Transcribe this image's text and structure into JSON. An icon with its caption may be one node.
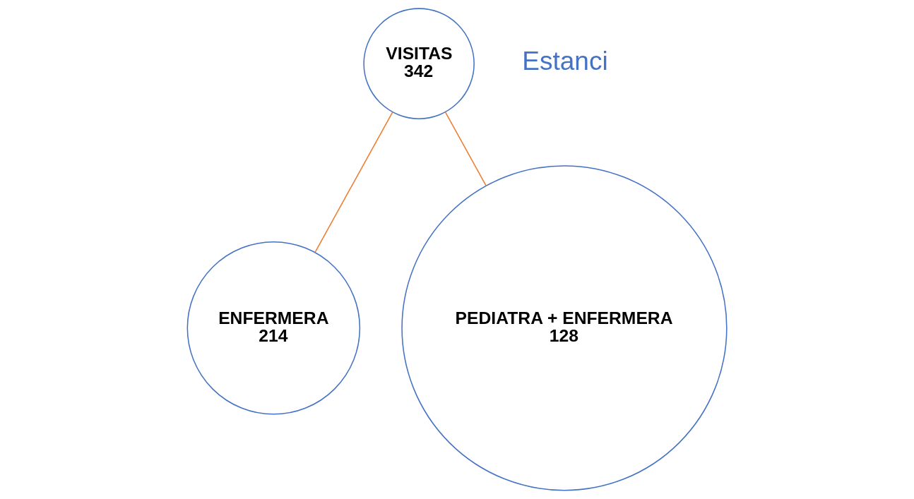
{
  "diagram": {
    "nodes": [
      {
        "text": [
          "VISITAS",
          "342"
        ]
      },
      {
        "text": [
          "ENFERMERA",
          "214"
        ]
      },
      {
        "text": [
          "PEDIATRA + ENFERMERA",
          "128"
        ]
      }
    ],
    "edges": [
      {
        "from": 0,
        "to": 1,
        "arrow": "none"
      },
      {
        "from": 0,
        "to": 2,
        "arrow": "none"
      }
    ],
    "labels": [
      "Estanci"
    ]
  }
}
